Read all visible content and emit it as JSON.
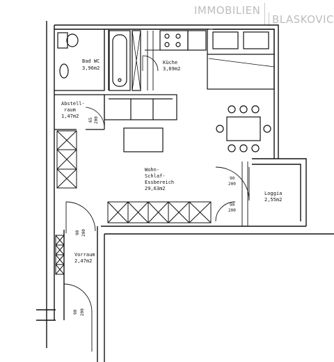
{
  "brand": {
    "left": "IMMOBILIEN",
    "right": "BLASKOVIC"
  },
  "rooms": {
    "bad": [
      "Bad WC",
      "3,96m2"
    ],
    "kueche": [
      "Küche",
      "3,69m2"
    ],
    "abstell": [
      "Abstell-",
      "raum",
      "1,47m2"
    ],
    "wohn": [
      "Wohn-",
      "Schlaf-",
      "Essbereich",
      "29,63m2"
    ],
    "loggia": [
      "Loggia",
      "2,55m2"
    ],
    "vorraum": [
      "Vorraum",
      "2,47m2"
    ]
  },
  "doors": {
    "abstell": [
      "65",
      "200"
    ],
    "loggia_top": [
      "90",
      "200"
    ],
    "loggia_bottom": [
      "90",
      "200"
    ],
    "vorraum_top": [
      "90",
      "200"
    ],
    "vorraum_bottom": [
      "90",
      "200"
    ]
  },
  "colors": {
    "ink": "#111111",
    "brand_text": "#bdbdbd"
  }
}
